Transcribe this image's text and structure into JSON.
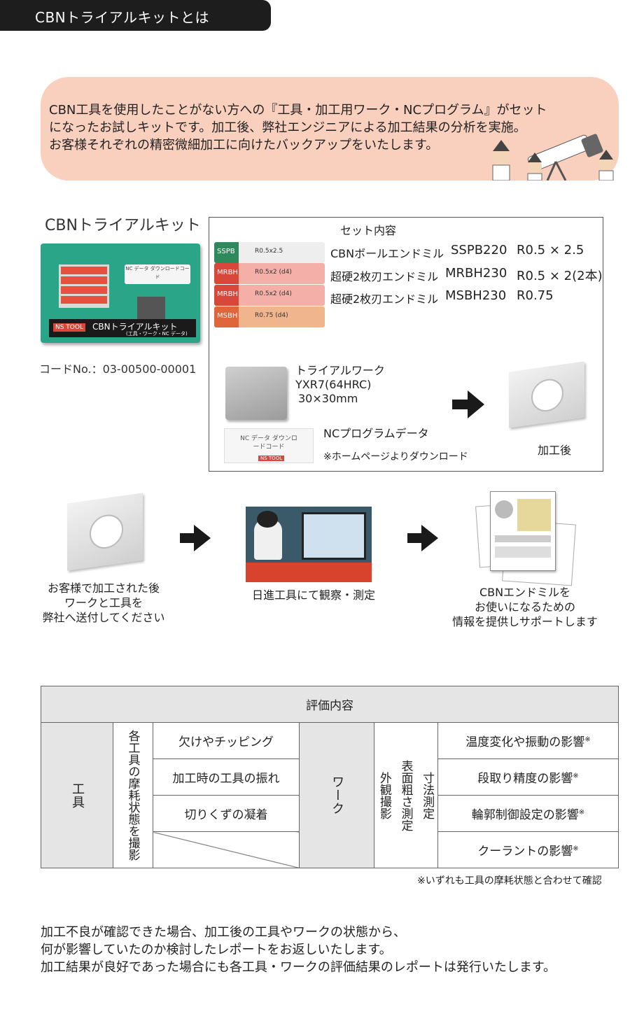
{
  "header": {
    "title": "CBNトライアルキットとは"
  },
  "intro": {
    "lines": [
      "CBN工具を使用したことがない方への『工具・加工用ワーク・NCプログラム』がセット",
      "になったお試しキットです。加工後、弊社エンジニアによる加工結果の分析を実施。",
      "お客様それぞれの精密微細加工に向けたバックアップをいたします。"
    ]
  },
  "kit": {
    "title": "CBNトライアルキット",
    "code": "コードNo.：03-00500-00001",
    "photo_label": "CBNトライアルキット",
    "photo_sub": "(工具・ワーク・NC データ)",
    "photo_brand": "NS TOOL",
    "photo_card": "NC データ ダウンロードコード"
  },
  "set": {
    "title": "セット内容",
    "items": [
      {
        "name": "CBNボールエンドミル",
        "model": "SSPB220",
        "spec": "R0.5 × 2.5",
        "label": "SSPB",
        "label_spec": "R0.5x2.5",
        "color": "#2e8a5c"
      },
      {
        "name": "超硬2枚刃エンドミル",
        "model": "MRBH230",
        "spec": "R0.5 × 2(2本)",
        "label": "MRBH",
        "label_spec": "R0.5x2 (d4)",
        "color": "#d9463a"
      },
      {
        "name": "超硬2枚刃エンドミル",
        "model": "MRBH230",
        "spec": "",
        "label": "MRBH",
        "label_spec": "R0.5x2 (d4)",
        "color": "#d9463a"
      },
      {
        "name": "超硬2枚刃エンドミル",
        "model": "MSBH230",
        "spec": "R0.75",
        "label": "MSBH",
        "label_spec": "R0.75 (d4)",
        "color": "#e0653a"
      }
    ],
    "work": {
      "title": "トライアルワーク",
      "material": "YXR7(64HRC)",
      "size": "30×30mm"
    },
    "nc": {
      "title": "NCプログラムデータ",
      "note": "※ホームページよりダウンロード",
      "card": "NC データ ダウンロードコード",
      "brand": "NS TOOL"
    },
    "after": "加工後"
  },
  "flow": {
    "step1": [
      "お客様で加工された後",
      "ワークと工具を",
      "弊社へ送付してください"
    ],
    "step2": [
      "日進工具にて観察・測定"
    ],
    "step3": [
      "CBNエンドミルを",
      "お使いになるための",
      "情報を提供しサポートします"
    ]
  },
  "evaluation": {
    "title": "評価内容",
    "tool_label": "工具",
    "tool_sub": "各工具の摩耗状態を撮影",
    "tool_items": [
      "欠けやチッピング",
      "加工時の工具の振れ",
      "切りくずの凝着"
    ],
    "work_label": "ワーク",
    "work_sub": [
      "寸法測定",
      "表面粗さ測定",
      "外観撮影"
    ],
    "work_items": [
      "温度変化や振動の影響",
      "段取り精度の影響",
      "輪郭制御設定の影響",
      "クーラントの影響"
    ],
    "mark": "※",
    "note": "※いずれも工具の摩耗状態と合わせて確認"
  },
  "footer": {
    "lines": [
      "加工不良が確認できた場合、加工後の工具やワークの状態から、",
      "何が影響していたのか検討したレポートをお返しいたします。",
      "加工結果が良好であった場合にも各工具・ワークの評価結果のレポートは発行いたします。"
    ]
  }
}
